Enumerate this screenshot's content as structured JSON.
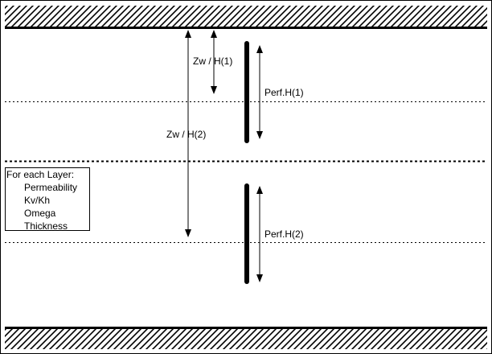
{
  "diagram": {
    "labels": {
      "zw_h1": "Zw / H(1)",
      "zw_h2": "Zw / H(2)",
      "perf_h1": "Perf.H(1)",
      "perf_h2": "Perf.H(2)"
    },
    "legend": {
      "title": "For each Layer:",
      "items": [
        "Permeability",
        "Kv/Kh",
        "Omega",
        "Thickness"
      ]
    },
    "colors": {
      "line": "#000000",
      "background": "#ffffff"
    }
  }
}
